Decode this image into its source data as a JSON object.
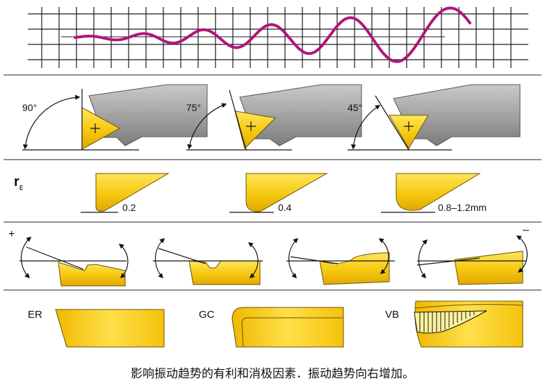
{
  "angle_row": {
    "labels": [
      "90°",
      "75°",
      "45°"
    ]
  },
  "radius_row": {
    "symbol": "r",
    "symbol_sub": "ε",
    "values": [
      "0.2",
      "0.4",
      "0.8–1.2mm"
    ]
  },
  "rake_row": {
    "plus": "+",
    "minus": "–"
  },
  "edge_row": {
    "labels": [
      "ER",
      "GC",
      "VB"
    ]
  },
  "caption": "影响振动趋势的有利和消极因素．振动趋势向右增加。",
  "colors": {
    "wave": "#b0157a",
    "insert": "#f6c80f",
    "insert_edge": "#6a5300",
    "holder": "#a6a6a6",
    "grid": "#1a1a1a"
  }
}
